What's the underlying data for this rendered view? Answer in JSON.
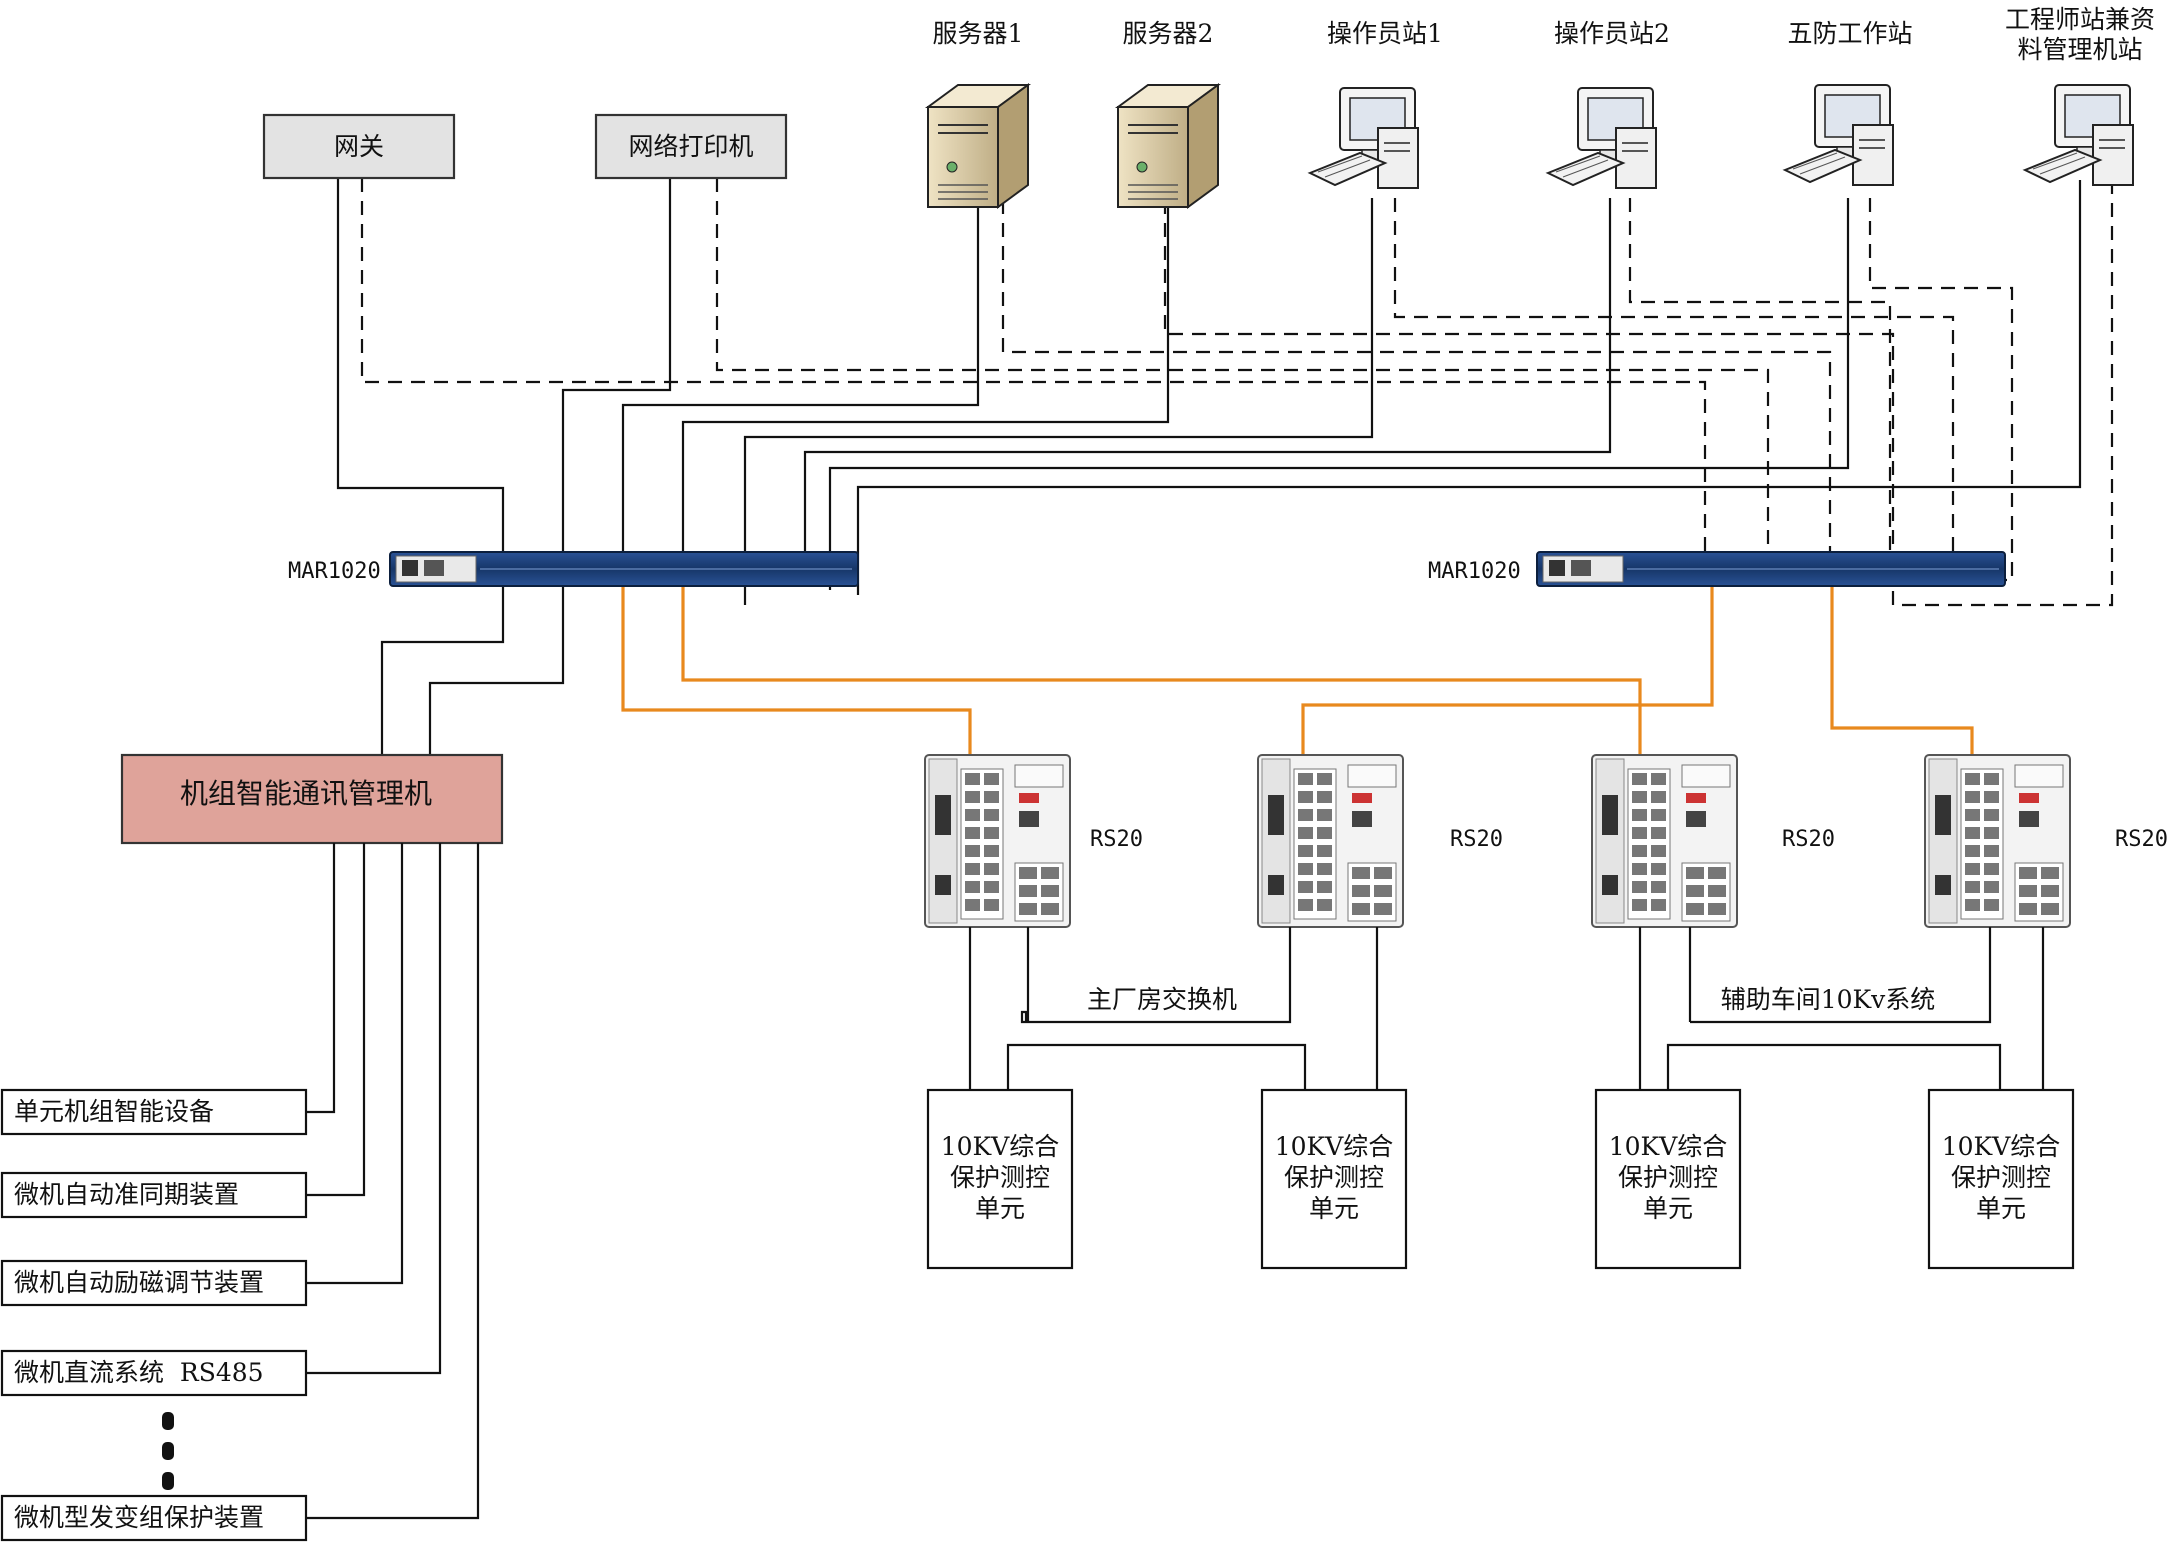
{
  "devices": {
    "server1": "服务器1",
    "server2": "服务器2",
    "operator1": "操作员站1",
    "operator2": "操作员站2",
    "wufang": "五防工作站",
    "engineer_line1": "工程师站兼资",
    "engineer_line2": "料管理机站"
  },
  "top_boxes": {
    "gateway": "网关",
    "printer": "网络打印机"
  },
  "switches": {
    "mar_left": "MAR1020",
    "mar_right": "MAR1020",
    "rs20": [
      "RS20",
      "RS20",
      "RS20",
      "RS20"
    ]
  },
  "manager_box": "机组智能通讯管理机",
  "left_devices": [
    "单元机组智能设备",
    "微机自动准同期装置",
    "微机自动励磁调节装置",
    "微机直流系统  RS485",
    "微机型发变组保护装置"
  ],
  "group_labels": {
    "main_plant": "主厂房交换机",
    "aux_workshop": "辅助车间10Kv系统"
  },
  "protection_unit": {
    "line1": "10KV综合",
    "line2": "保护测控",
    "line3": "单元"
  },
  "colors": {
    "fiber": "#e8891e",
    "switch_body": "#1d3f7a",
    "manager_fill": "#dfa39a",
    "gray_box": "#e3e3e3"
  }
}
